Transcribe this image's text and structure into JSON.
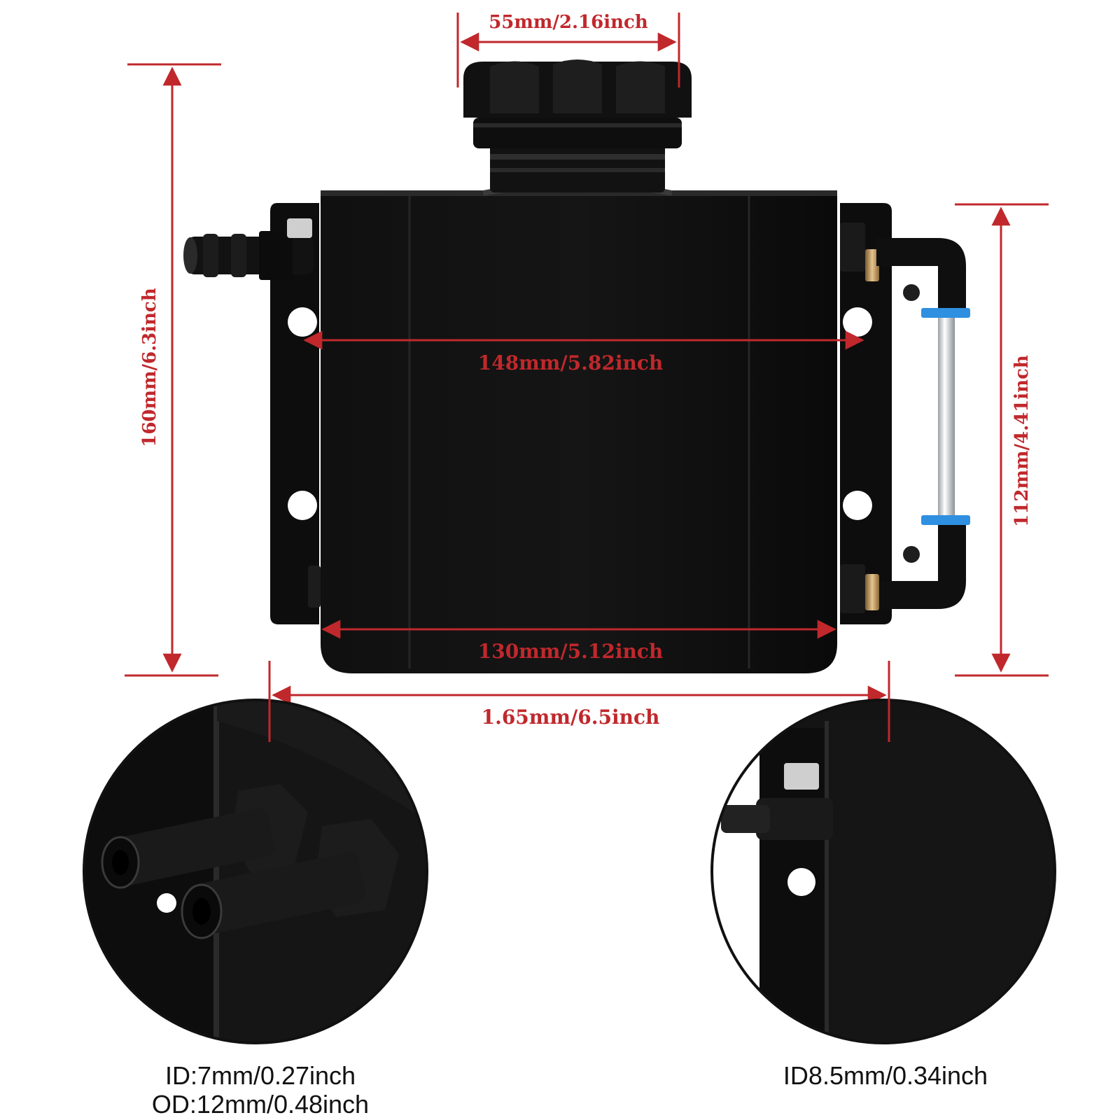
{
  "colors": {
    "accent": "#c0282c",
    "tank": "#0c0c0c",
    "background": "#ffffff",
    "fitting_blue": "#2f8fe0",
    "brass": "#b8915a"
  },
  "dimensions": {
    "cap_width": "55mm/2.16inch",
    "bracket_width": "148mm/5.82inch",
    "total_height": "160mm/6.3inch",
    "sight_height": "112mm/4.41inch",
    "tank_width": "130mm/5.12inch",
    "overall_width": "1.65mm/6.5inch"
  },
  "detail_left": {
    "id_label": "ID:7mm/0.27inch",
    "od_label": "OD:12mm/0.48inch"
  },
  "detail_right": {
    "id_label": "ID8.5mm/0.34inch"
  }
}
